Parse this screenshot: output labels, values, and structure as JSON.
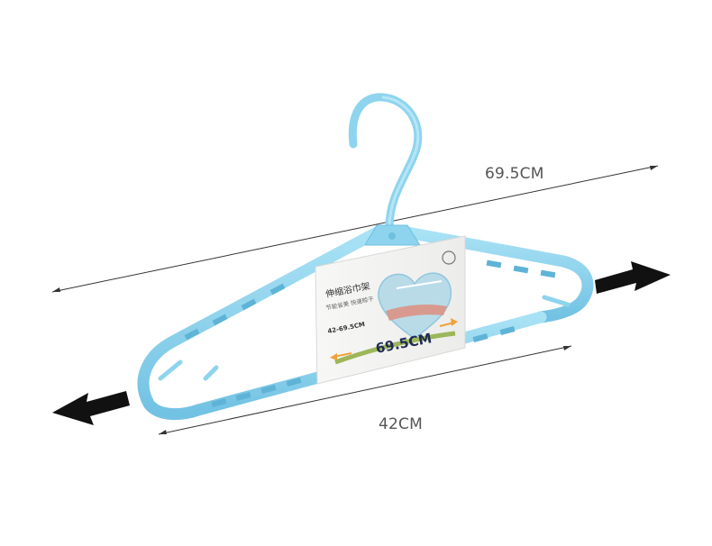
{
  "dimensions": {
    "extended_length": "69.5CM",
    "retracted_length": "42CM"
  },
  "package_card": {
    "title": "伸缩浴巾架",
    "subtitle": "节能省美  快速晾干",
    "range_label": "42-69.5CM",
    "big_label": "69.5CM"
  },
  "colors": {
    "hanger": "#8ed4ee",
    "hanger_shadow": "#5fb3d6",
    "arrow": "#111111",
    "card": "#f4f4f2"
  },
  "icons": {
    "left_arrow": "arrow-left-icon",
    "right_arrow": "arrow-right-icon"
  }
}
